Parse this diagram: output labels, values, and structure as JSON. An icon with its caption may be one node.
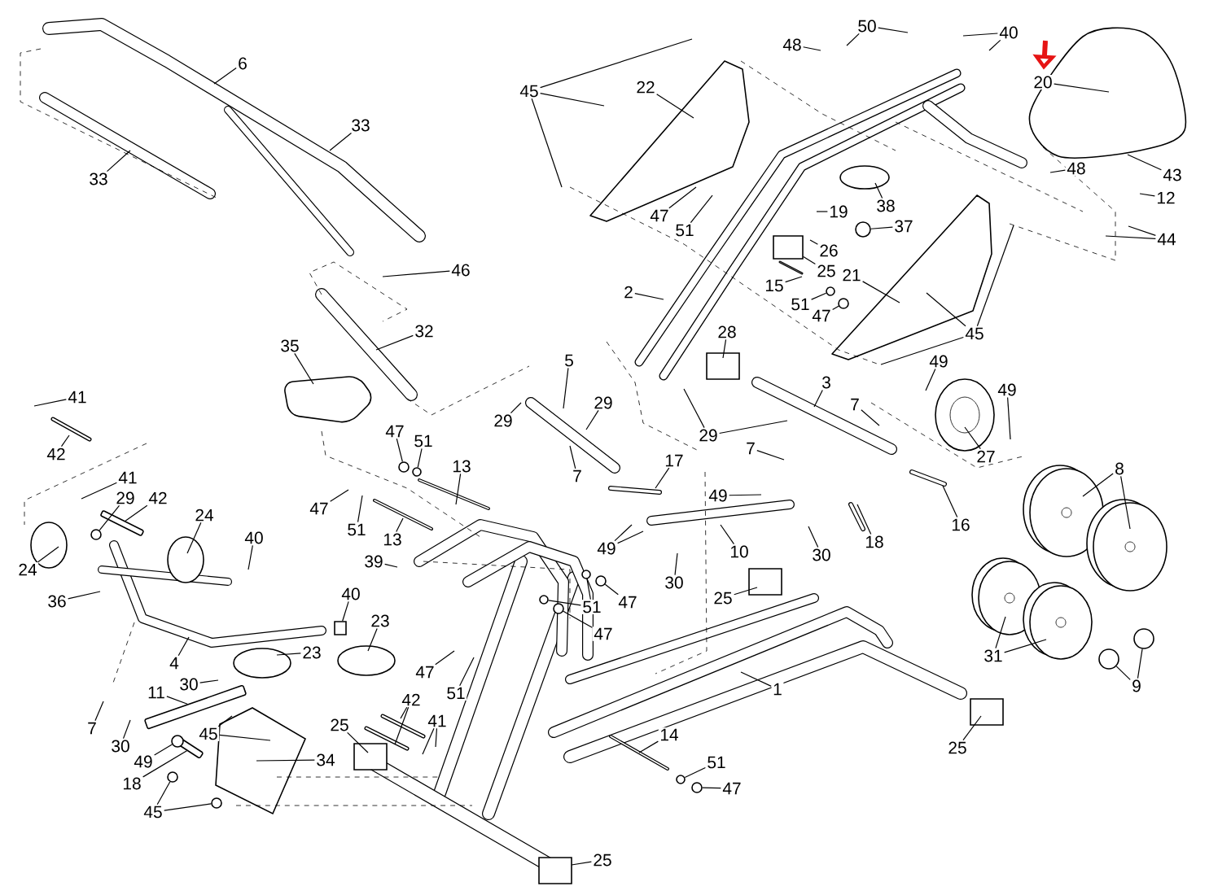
{
  "diagram": {
    "nodes": [
      {
        "text": [
          "6"
        ]
      },
      {
        "text": [
          "33"
        ]
      },
      {
        "text": [
          "33"
        ]
      },
      {
        "text": [
          "46"
        ]
      },
      {
        "text": [
          "32"
        ]
      },
      {
        "text": [
          "35"
        ]
      },
      {
        "text": [
          "45"
        ]
      },
      {
        "text": [
          "22"
        ]
      },
      {
        "text": [
          "50"
        ]
      },
      {
        "text": [
          "48"
        ]
      },
      {
        "text": [
          "40"
        ]
      },
      {
        "text": [
          "20"
        ]
      },
      {
        "text": [
          "48"
        ]
      },
      {
        "text": [
          "43"
        ]
      },
      {
        "text": [
          "12"
        ]
      },
      {
        "text": [
          "44"
        ]
      },
      {
        "text": [
          "47"
        ]
      },
      {
        "text": [
          "51"
        ]
      },
      {
        "text": [
          "19"
        ]
      },
      {
        "text": [
          "38"
        ]
      },
      {
        "text": [
          "37"
        ]
      },
      {
        "text": [
          "26"
        ]
      },
      {
        "text": [
          "25"
        ]
      },
      {
        "text": [
          "15"
        ]
      },
      {
        "text": [
          "21"
        ]
      },
      {
        "text": [
          "51"
        ]
      },
      {
        "text": [
          "47"
        ]
      },
      {
        "text": [
          "45"
        ]
      },
      {
        "text": [
          "2"
        ]
      },
      {
        "text": [
          "28"
        ]
      },
      {
        "text": [
          "49"
        ]
      },
      {
        "text": [
          "49"
        ]
      },
      {
        "text": [
          "3"
        ]
      },
      {
        "text": [
          "7"
        ]
      },
      {
        "text": [
          "27"
        ]
      },
      {
        "text": [
          "29"
        ]
      },
      {
        "text": [
          "5"
        ]
      },
      {
        "text": [
          "29"
        ]
      },
      {
        "text": [
          "29"
        ]
      },
      {
        "text": [
          "7"
        ]
      },
      {
        "text": [
          "7"
        ]
      },
      {
        "text": [
          "17"
        ]
      },
      {
        "text": [
          "47"
        ]
      },
      {
        "text": [
          "51"
        ]
      },
      {
        "text": [
          "13"
        ]
      },
      {
        "text": [
          "47"
        ]
      },
      {
        "text": [
          "51"
        ]
      },
      {
        "text": [
          "13"
        ]
      },
      {
        "text": [
          "39"
        ]
      },
      {
        "text": [
          "41"
        ]
      },
      {
        "text": [
          "42"
        ]
      },
      {
        "text": [
          "41"
        ]
      },
      {
        "text": [
          "29"
        ]
      },
      {
        "text": [
          "42"
        ]
      },
      {
        "text": [
          "24"
        ]
      },
      {
        "text": [
          "24"
        ]
      },
      {
        "text": [
          "40"
        ]
      },
      {
        "text": [
          "36"
        ]
      },
      {
        "text": [
          "49"
        ]
      },
      {
        "text": [
          "10"
        ]
      },
      {
        "text": [
          "30"
        ]
      },
      {
        "text": [
          "18"
        ]
      },
      {
        "text": [
          "16"
        ]
      },
      {
        "text": [
          "49"
        ]
      },
      {
        "text": [
          "30"
        ]
      },
      {
        "text": [
          "51"
        ]
      },
      {
        "text": [
          "47"
        ]
      },
      {
        "text": [
          "47"
        ]
      },
      {
        "text": [
          "25"
        ]
      },
      {
        "text": [
          "40"
        ]
      },
      {
        "text": [
          "23"
        ]
      },
      {
        "text": [
          "23"
        ]
      },
      {
        "text": [
          "4"
        ]
      },
      {
        "text": [
          "30"
        ]
      },
      {
        "text": [
          "11"
        ]
      },
      {
        "text": [
          "7"
        ]
      },
      {
        "text": [
          "30"
        ]
      },
      {
        "text": [
          "49"
        ]
      },
      {
        "text": [
          "18"
        ]
      },
      {
        "text": [
          "45"
        ]
      },
      {
        "text": [
          "34"
        ]
      },
      {
        "text": [
          "45"
        ]
      },
      {
        "text": [
          "47"
        ]
      },
      {
        "text": [
          "51"
        ]
      },
      {
        "text": [
          "42"
        ]
      },
      {
        "text": [
          "41"
        ]
      },
      {
        "text": [
          "25"
        ]
      },
      {
        "text": [
          "1"
        ]
      },
      {
        "text": [
          "14"
        ]
      },
      {
        "text": [
          "51"
        ]
      },
      {
        "text": [
          "47"
        ]
      },
      {
        "text": [
          "25"
        ]
      },
      {
        "text": [
          "8"
        ]
      },
      {
        "text": [
          "31"
        ]
      },
      {
        "text": [
          "9"
        ]
      },
      {
        "text": [
          "25"
        ]
      },
      {
        "text": [],
        "shape": "circle"
      },
      {
        "text": [],
        "shape": "box"
      },
      {
        "text": [],
        "shape": "circle"
      },
      {
        "text": [],
        "shape": "circle"
      },
      {
        "text": [],
        "shape": "circle"
      },
      {
        "text": [],
        "shape": "circle"
      },
      {
        "text": [],
        "shape": "circle"
      },
      {
        "text": [],
        "shape": "bar"
      },
      {
        "text": [],
        "shape": "circle"
      },
      {
        "text": [],
        "shape": "circle"
      },
      {
        "text": [],
        "shape": "circle"
      },
      {
        "text": [],
        "shape": "box"
      },
      {
        "text": [],
        "shape": "bar"
      },
      {
        "text": [],
        "shape": "bar"
      },
      {
        "text": [],
        "shape": "circle"
      },
      {
        "text": [],
        "shape": "circle"
      },
      {
        "text": [],
        "shape": "circle"
      },
      {
        "text": [],
        "shape": "circle"
      },
      {
        "text": [],
        "shape": "circle"
      },
      {
        "text": [],
        "shape": "circle"
      },
      {
        "text": [],
        "shape": "circle"
      },
      {
        "text": [],
        "shape": "circle"
      }
    ],
    "edges": [
      {
        "from": 0,
        "to": null,
        "arrow": "none"
      },
      {
        "from": 1,
        "to": null,
        "arrow": "none"
      },
      {
        "from": 2,
        "to": null,
        "arrow": "none"
      },
      {
        "from": 3,
        "to": null,
        "arrow": "none"
      },
      {
        "from": 4,
        "to": null,
        "arrow": "none"
      },
      {
        "from": 5,
        "to": null,
        "arrow": "none"
      },
      {
        "from": 6,
        "to": null,
        "arrow": "none"
      },
      {
        "from": 6,
        "to": null,
        "arrow": "none"
      },
      {
        "from": 6,
        "to": null,
        "arrow": "none"
      },
      {
        "from": 7,
        "to": null,
        "arrow": "none"
      },
      {
        "from": 8,
        "to": null,
        "arrow": "none"
      },
      {
        "from": 8,
        "to": null,
        "arrow": "none"
      },
      {
        "from": 9,
        "to": null,
        "arrow": "none"
      },
      {
        "from": 10,
        "to": null,
        "arrow": "none"
      },
      {
        "from": 10,
        "to": null,
        "arrow": "none"
      },
      {
        "from": 11,
        "to": null,
        "arrow": "none"
      },
      {
        "from": 12,
        "to": null,
        "arrow": "none"
      },
      {
        "from": 13,
        "to": null,
        "arrow": "none"
      },
      {
        "from": 14,
        "to": null,
        "arrow": "none"
      },
      {
        "from": 15,
        "to": null,
        "arrow": "none"
      },
      {
        "from": 15,
        "to": null,
        "arrow": "none"
      },
      {
        "from": 16,
        "to": null,
        "arrow": "none"
      },
      {
        "from": 17,
        "to": null,
        "arrow": "none"
      },
      {
        "from": 18,
        "to": null,
        "arrow": "none"
      },
      {
        "from": 19,
        "to": null,
        "arrow": "none"
      },
      {
        "from": 20,
        "to": 96,
        "arrow": "none"
      },
      {
        "from": 21,
        "to": null,
        "arrow": "none"
      },
      {
        "from": 22,
        "to": 97,
        "arrow": "none"
      },
      {
        "from": 23,
        "to": null,
        "arrow": "none"
      },
      {
        "from": 24,
        "to": null,
        "arrow": "none"
      },
      {
        "from": 25,
        "to": 98,
        "arrow": "none"
      },
      {
        "from": 26,
        "to": 99,
        "arrow": "none"
      },
      {
        "from": 27,
        "to": null,
        "arrow": "none"
      },
      {
        "from": 27,
        "to": null,
        "arrow": "none"
      },
      {
        "from": 27,
        "to": null,
        "arrow": "none"
      },
      {
        "from": 28,
        "to": null,
        "arrow": "none"
      },
      {
        "from": 29,
        "to": null,
        "arrow": "none"
      },
      {
        "from": 30,
        "to": null,
        "arrow": "none"
      },
      {
        "from": 31,
        "to": null,
        "arrow": "none"
      },
      {
        "from": 32,
        "to": null,
        "arrow": "none"
      },
      {
        "from": 33,
        "to": null,
        "arrow": "none"
      },
      {
        "from": 34,
        "to": null,
        "arrow": "none"
      },
      {
        "from": 35,
        "to": null,
        "arrow": "none"
      },
      {
        "from": 35,
        "to": null,
        "arrow": "none"
      },
      {
        "from": 36,
        "to": null,
        "arrow": "none"
      },
      {
        "from": 37,
        "to": null,
        "arrow": "none"
      },
      {
        "from": 38,
        "to": null,
        "arrow": "none"
      },
      {
        "from": 39,
        "to": null,
        "arrow": "none"
      },
      {
        "from": 40,
        "to": null,
        "arrow": "none"
      },
      {
        "from": 41,
        "to": null,
        "arrow": "none"
      },
      {
        "from": 42,
        "to": 100,
        "arrow": "none"
      },
      {
        "from": 43,
        "to": 101,
        "arrow": "none"
      },
      {
        "from": 44,
        "to": null,
        "arrow": "none"
      },
      {
        "from": 45,
        "to": null,
        "arrow": "none"
      },
      {
        "from": 46,
        "to": null,
        "arrow": "none"
      },
      {
        "from": 47,
        "to": null,
        "arrow": "none"
      },
      {
        "from": 48,
        "to": null,
        "arrow": "none"
      },
      {
        "from": 49,
        "to": null,
        "arrow": "none"
      },
      {
        "from": 50,
        "to": null,
        "arrow": "none"
      },
      {
        "from": 51,
        "to": null,
        "arrow": "none"
      },
      {
        "from": 52,
        "to": 102,
        "arrow": "none"
      },
      {
        "from": 53,
        "to": 103,
        "arrow": "none"
      },
      {
        "from": 54,
        "to": null,
        "arrow": "none"
      },
      {
        "from": 55,
        "to": null,
        "arrow": "none"
      },
      {
        "from": 56,
        "to": null,
        "arrow": "none"
      },
      {
        "from": 57,
        "to": null,
        "arrow": "none"
      },
      {
        "from": 58,
        "to": null,
        "arrow": "none"
      },
      {
        "from": 59,
        "to": null,
        "arrow": "none"
      },
      {
        "from": 60,
        "to": null,
        "arrow": "none"
      },
      {
        "from": 61,
        "to": null,
        "arrow": "none"
      },
      {
        "from": 62,
        "to": null,
        "arrow": "none"
      },
      {
        "from": 63,
        "to": null,
        "arrow": "none"
      },
      {
        "from": 63,
        "to": null,
        "arrow": "none"
      },
      {
        "from": 64,
        "to": null,
        "arrow": "none"
      },
      {
        "from": 65,
        "to": 104,
        "arrow": "none"
      },
      {
        "from": 65,
        "to": 105,
        "arrow": "none"
      },
      {
        "from": 66,
        "to": 106,
        "arrow": "none"
      },
      {
        "from": 67,
        "to": 117,
        "arrow": "none"
      },
      {
        "from": 68,
        "to": null,
        "arrow": "none"
      },
      {
        "from": 69,
        "to": 107,
        "arrow": "none"
      },
      {
        "from": 70,
        "to": null,
        "arrow": "none"
      },
      {
        "from": 71,
        "to": null,
        "arrow": "none"
      },
      {
        "from": 72,
        "to": null,
        "arrow": "none"
      },
      {
        "from": 73,
        "to": null,
        "arrow": "none"
      },
      {
        "from": 74,
        "to": 108,
        "arrow": "none"
      },
      {
        "from": 75,
        "to": null,
        "arrow": "none"
      },
      {
        "from": 76,
        "to": null,
        "arrow": "none"
      },
      {
        "from": 77,
        "to": 116,
        "arrow": "none"
      },
      {
        "from": 78,
        "to": 109,
        "arrow": "none"
      },
      {
        "from": 79,
        "to": null,
        "arrow": "none"
      },
      {
        "from": 79,
        "to": null,
        "arrow": "none"
      },
      {
        "from": 80,
        "to": null,
        "arrow": "none"
      },
      {
        "from": 81,
        "to": 110,
        "arrow": "none"
      },
      {
        "from": 81,
        "to": 111,
        "arrow": "none"
      },
      {
        "from": 82,
        "to": null,
        "arrow": "none"
      },
      {
        "from": 83,
        "to": null,
        "arrow": "none"
      },
      {
        "from": 84,
        "to": null,
        "arrow": "none"
      },
      {
        "from": 84,
        "to": null,
        "arrow": "none"
      },
      {
        "from": 85,
        "to": null,
        "arrow": "none"
      },
      {
        "from": 85,
        "to": null,
        "arrow": "none"
      },
      {
        "from": 86,
        "to": null,
        "arrow": "none"
      },
      {
        "from": 87,
        "to": null,
        "arrow": "none"
      },
      {
        "from": 88,
        "to": null,
        "arrow": "none"
      },
      {
        "from": 89,
        "to": 115,
        "arrow": "none"
      },
      {
        "from": 90,
        "to": 114,
        "arrow": "none"
      },
      {
        "from": 91,
        "to": null,
        "arrow": "none"
      },
      {
        "from": 92,
        "to": null,
        "arrow": "none"
      },
      {
        "from": 92,
        "to": null,
        "arrow": "none"
      },
      {
        "from": 93,
        "to": null,
        "arrow": "none"
      },
      {
        "from": 93,
        "to": null,
        "arrow": "none"
      },
      {
        "from": 94,
        "to": 112,
        "arrow": "none"
      },
      {
        "from": 94,
        "to": 113,
        "arrow": "none"
      },
      {
        "from": 95,
        "to": null,
        "arrow": "none"
      },
      {
        "from": null,
        "to": 11,
        "arrow": "to",
        "style": "thick",
        "color": "#e61414"
      }
    ]
  }
}
